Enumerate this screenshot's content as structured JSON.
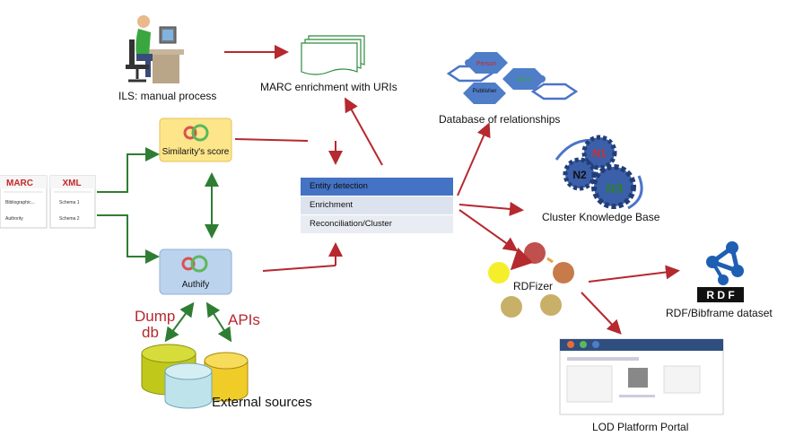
{
  "labels": {
    "ils": "ILS: manual process",
    "marc_enrichment": "MARC enrichment with URIs",
    "db_relationships": "Database of relationships",
    "cluster_kb": "Cluster Knowledge Base",
    "rdf_dataset": "RDF/Bibframe dataset",
    "lod_portal": "LOD Platform Portal",
    "external_sources": "External sources",
    "rdfizer": "RDFizer"
  },
  "nodes": {
    "similarity": "Similarity's score",
    "authify": "Authify"
  },
  "access": {
    "dump_line1": "Dump",
    "dump_line2": "db",
    "apis": "APIs"
  },
  "panel": {
    "items": [
      "Entity detection",
      "Enrichment",
      "Reconciliation/Cluster"
    ]
  },
  "source_docs": {
    "marc": "MARC",
    "xml": "XML",
    "marc_rows": [
      "Bibliographic...",
      "Authority"
    ],
    "xml_rows": [
      "Schema 1",
      "Schema 2"
    ]
  },
  "hexes": {
    "person": "Person",
    "work": "Work",
    "publisher": "Publisher"
  },
  "cluster_gears": [
    "N1",
    "N2",
    "N3"
  ],
  "rdf_logo_text": "R D F",
  "colors": {
    "flow_red": "#b5292f",
    "flow_green": "#2e7d32",
    "panel_dark": "#4472c4",
    "panel_light": "#dde3ee",
    "similarity_fill": "#fde58a",
    "authify_fill": "#bcd3ee"
  },
  "icons": [
    "person-at-desk-icon",
    "document-stack-icon",
    "hexagon-network-icon",
    "gear-cluster-icon",
    "rdf-logo-icon",
    "database-cylinder-icon",
    "portal-screenshot-icon"
  ]
}
